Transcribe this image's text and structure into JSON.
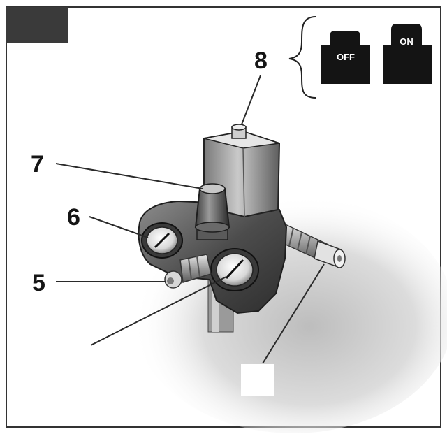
{
  "callouts": {
    "label_8": "8",
    "label_7": "7",
    "label_6": "6",
    "label_5": "5"
  },
  "switch_states": {
    "off_label": "OFF",
    "on_label": "ON"
  },
  "colors": {
    "frame": "#333333",
    "corner_tab": "#3a3a3a",
    "switch_fill": "#141414",
    "leader_line": "#2a2a2a"
  }
}
